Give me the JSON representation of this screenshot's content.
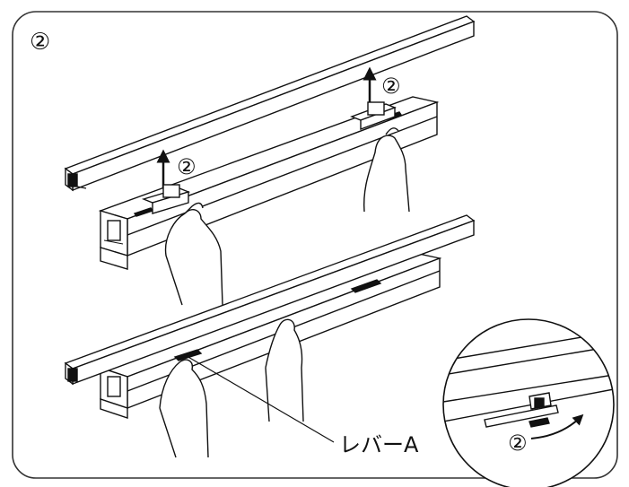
{
  "labels": {
    "step_marker": "②",
    "lift_mark_left": "②",
    "lift_mark_right": "②",
    "detail_mark": "②",
    "lever_label": "レバーA"
  },
  "colors": {
    "ink": "#111111",
    "paper": "#ffffff",
    "frame": "#333333"
  },
  "icons": {
    "lift_arrow": "arrow-up-icon",
    "rotate_arrow": "curved-arrow-icon"
  }
}
